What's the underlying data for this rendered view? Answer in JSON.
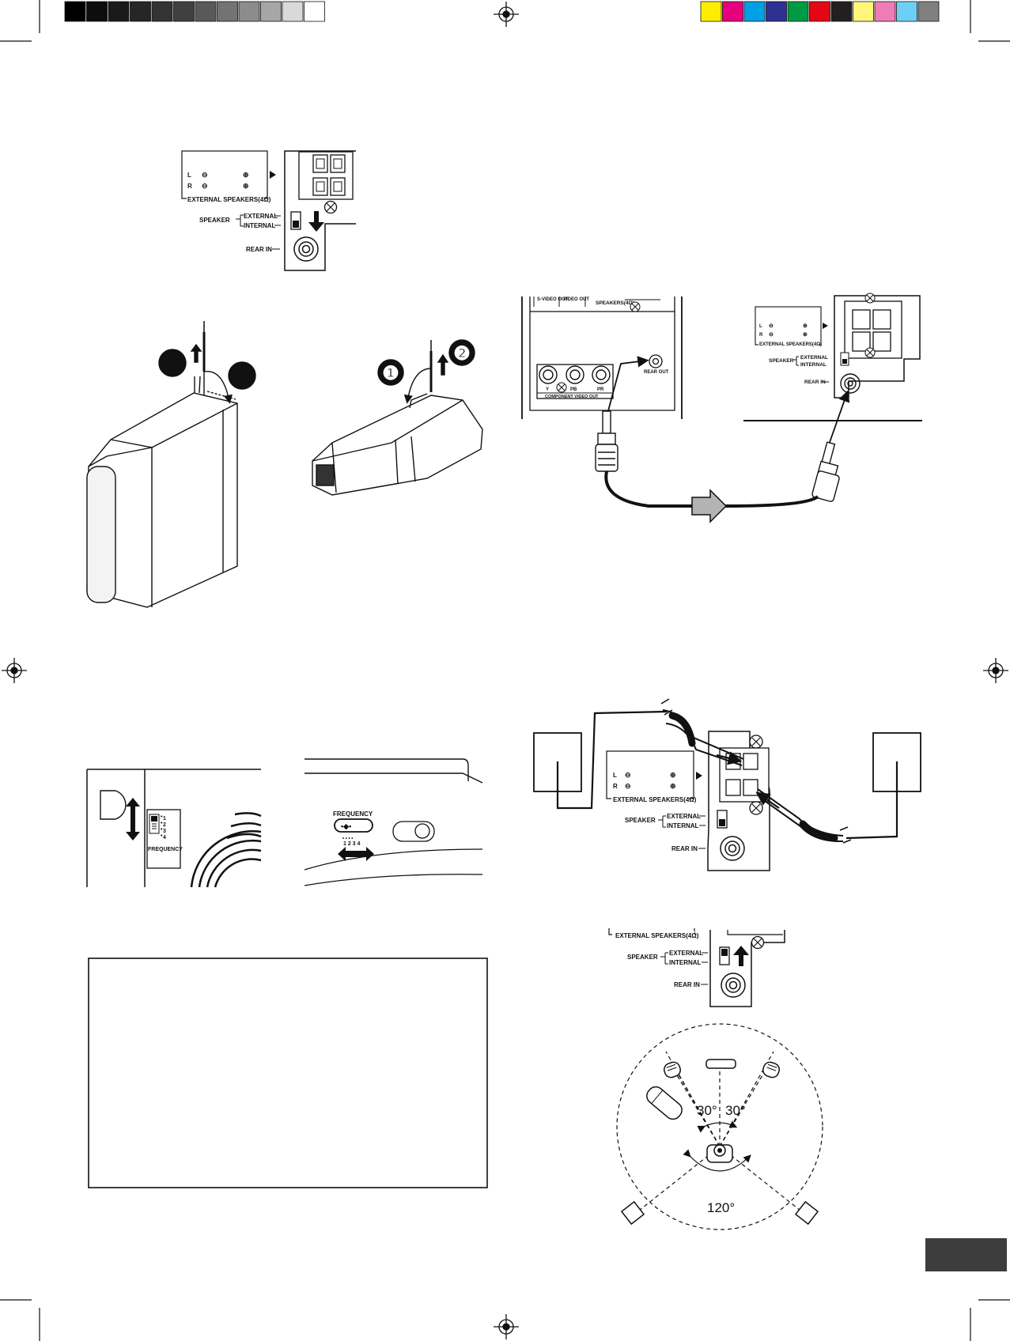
{
  "colors": {
    "grayscale_bar": [
      "#000000",
      "#0d0d0d",
      "#1a1a1a",
      "#262626",
      "#333333",
      "#404040",
      "#595959",
      "#737373",
      "#8c8c8c",
      "#a6a6a6",
      "#d9d9d9",
      "#ffffff"
    ],
    "color_bar": [
      "#ffed00",
      "#e6007e",
      "#00a0e4",
      "#2e3192",
      "#009a44",
      "#e30613",
      "#231f20",
      "#fff57a",
      "#f07cb5",
      "#6dcff6",
      "#808080"
    ],
    "ink": "#111111",
    "arrow_fill": "#b3b3b3",
    "page_tab": "#3d3d3d"
  },
  "fig_speaker_switch_external": {
    "terminal_L": "L",
    "terminal_R": "R",
    "terminals_label": "EXTERNAL SPEAKERS(4Ω)",
    "speaker_label": "SPEAKER",
    "switch_external": "EXTERNAL",
    "switch_internal": "INTERNAL",
    "rear_in_label": "REAR IN"
  },
  "fig_antenna": {
    "step_1": "❶",
    "step_2": "❷"
  },
  "fig_rear_out_connection": {
    "svideo_out": "S-VIDEO OUT",
    "video_out": "VIDEO OUT",
    "speakers_label": "SPEAKERS(4Ω)",
    "rear_out_label": "REAR OUT",
    "jack_y": "Y",
    "jack_pb": "PB",
    "jack_pr": "PR",
    "component_label": "COMPONENT VIDEO OUT",
    "terminal_L": "L",
    "terminal_R": "R",
    "terminals_label": "EXTERNAL SPEAKERS(4Ω)",
    "speaker_label": "SPEAKER",
    "switch_external": "EXTERNAL",
    "switch_internal": "INTERNAL",
    "rear_in_label": "REAR IN"
  },
  "fig_frequency_switch": {
    "positions": [
      "1",
      "2",
      "3",
      "4"
    ],
    "switch_label": "FREQUENCY",
    "slider_label": "FREQUENCY",
    "slider_positions": "1 2 3 4"
  },
  "fig_external_speakers": {
    "terminal_L": "L",
    "terminal_R": "R",
    "terminals_label": "EXTERNAL SPEAKERS(4Ω)",
    "speaker_label": "SPEAKER",
    "switch_external": "EXTERNAL",
    "switch_internal": "INTERNAL",
    "rear_in_label": "REAR IN"
  },
  "fig_speaker_switch_internal": {
    "terminals_label": "EXTERNAL SPEAKERS(4Ω)",
    "speaker_label": "SPEAKER",
    "switch_external": "EXTERNAL",
    "switch_internal": "INTERNAL",
    "rear_in_label": "REAR IN"
  },
  "fig_placement": {
    "angle_left": "30°",
    "angle_right": "30°",
    "angle_rear": "120°"
  }
}
